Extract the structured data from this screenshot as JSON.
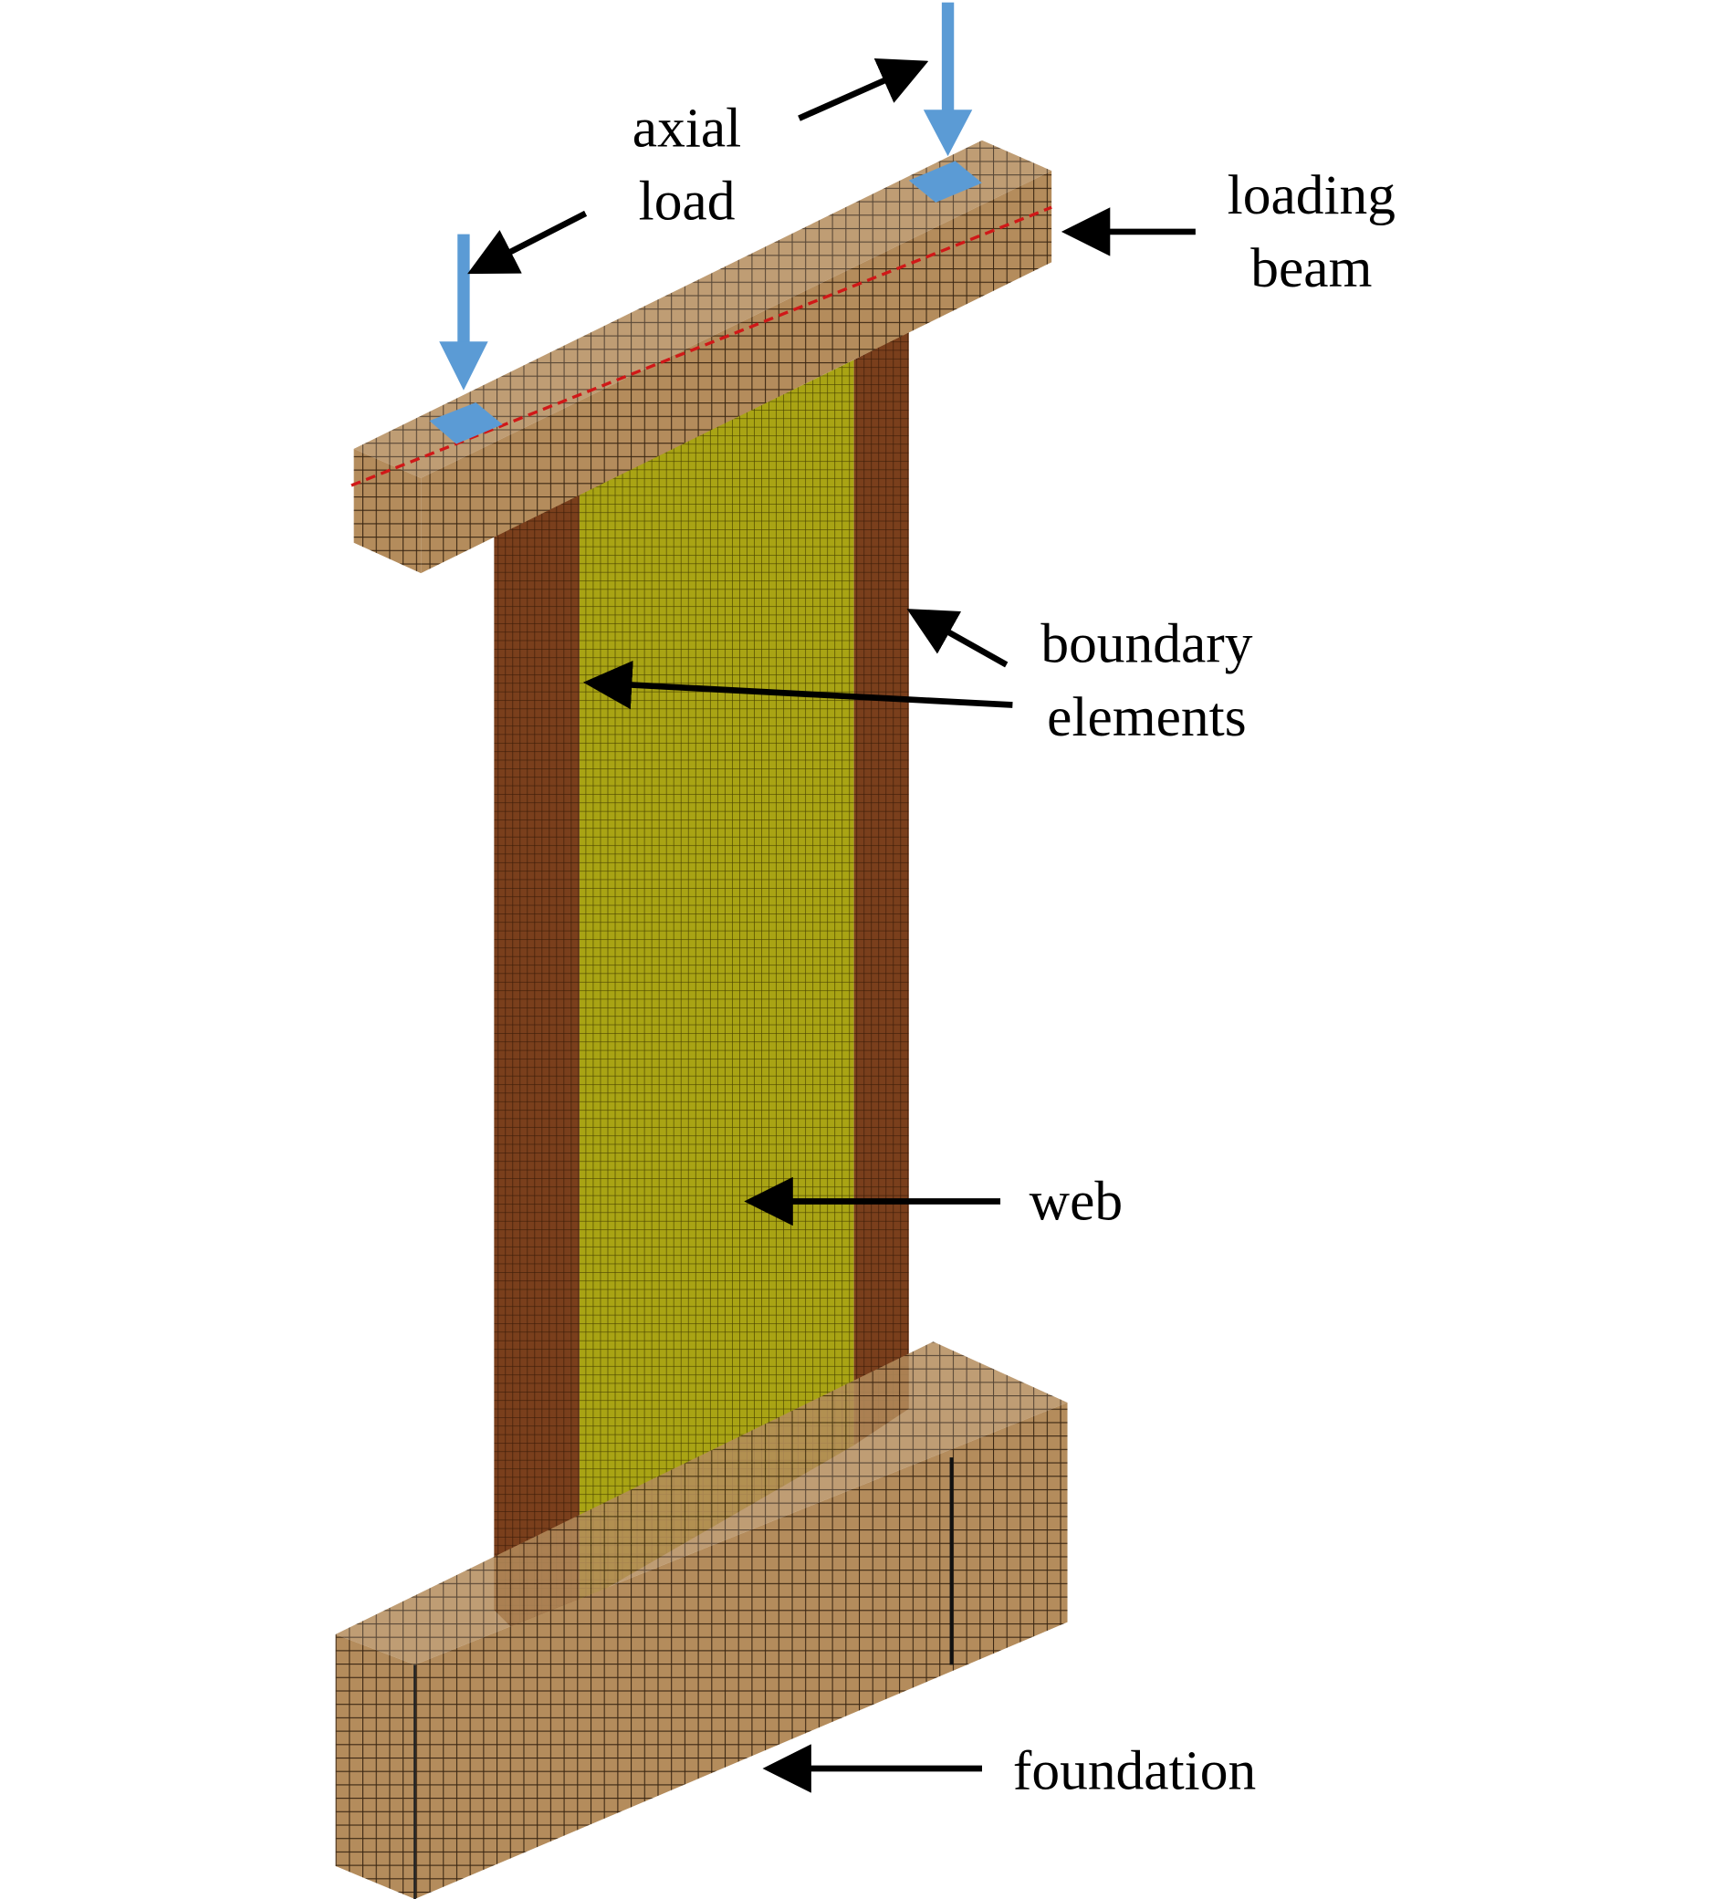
{
  "labels": {
    "axial_load": [
      "axial",
      "load"
    ],
    "loading_beam": [
      "loading",
      "beam"
    ],
    "boundary_elements": [
      "boundary",
      "elements"
    ],
    "web": "web",
    "foundation": "foundation"
  },
  "colors": {
    "mesh_tan": "#b48c5c",
    "boundary_brown": "#7a3f1c",
    "web_yellow": "#9c9a10",
    "load_blue": "#5b9bd5",
    "reference_line_red": "#d01818"
  }
}
